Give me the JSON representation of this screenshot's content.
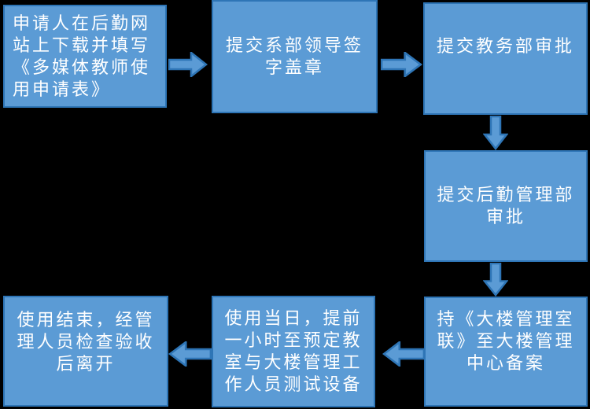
{
  "colors": {
    "background": "#000000",
    "box_fill": "#5B9BD5",
    "box_border": "#2E75B6",
    "text": "#FFFFFF",
    "arrow_fill": "#5B9BD5",
    "arrow_border": "#2E75B6"
  },
  "flowchart": {
    "steps": [
      {
        "name": "download-form",
        "text": "申请人在后勤网\n站上下载并填写\n《多媒体教师使\n用申请表》"
      },
      {
        "name": "department-signature",
        "text": "提交系部领导签\n字盖章"
      },
      {
        "name": "academic-affairs-approval",
        "text": "提交教务部审批"
      },
      {
        "name": "logistics-approval",
        "text": "提交后勤管理部\n审批"
      },
      {
        "name": "building-center-record",
        "text": "持《大楼管理室\n联》至大楼管理\n中心备案"
      },
      {
        "name": "equipment-test",
        "text": "使用当日，提前\n一小时至预定教\n室与大楼管理工\n作人员测试设备"
      },
      {
        "name": "checkout-leave",
        "text": "使用结束，经管\n理人员检查验收\n后离开"
      }
    ],
    "arrows": [
      {
        "from": 1,
        "to": 2,
        "direction": "right"
      },
      {
        "from": 2,
        "to": 3,
        "direction": "right"
      },
      {
        "from": 3,
        "to": 4,
        "direction": "down"
      },
      {
        "from": 4,
        "to": 5,
        "direction": "down"
      },
      {
        "from": 5,
        "to": 6,
        "direction": "left"
      },
      {
        "from": 6,
        "to": 7,
        "direction": "left"
      }
    ]
  }
}
